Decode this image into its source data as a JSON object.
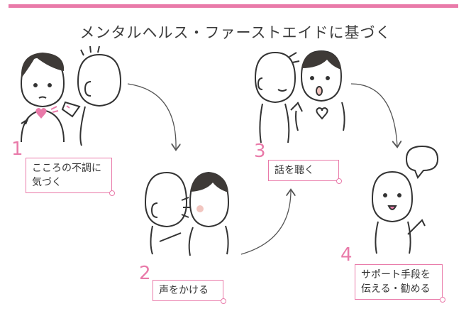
{
  "title": "メンタルヘルス・ファーストエイドに基づく",
  "steps": [
    {
      "number": "1",
      "label": "こころの不調に\n気づく"
    },
    {
      "number": "2",
      "label": "声をかける"
    },
    {
      "number": "3",
      "label": "話を聴く"
    },
    {
      "number": "4",
      "label": "サポート手段を\n伝える・勧める"
    }
  ],
  "colors": {
    "accent": "#e97aa9",
    "skin": "#f2c6c0",
    "hair": "#3e3a37"
  }
}
